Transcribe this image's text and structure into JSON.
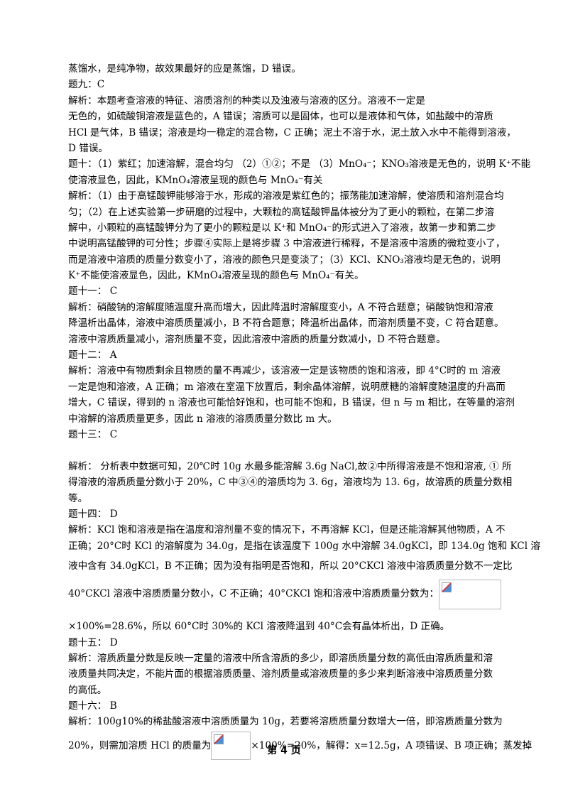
{
  "lines": [
    "蒸馏水，是纯净物，故效果最好的应是蒸馏，D 错误。",
    "题九：C",
    "解析：本题考查溶液的特征、溶质溶剂的种类以及浊液与溶液的区分。溶液不一定是",
    "无色的，如硫酸铜溶液是蓝色的，A 错误；溶质可以是固体，也可以是液体和气体，如盐酸中的溶质",
    "HCl 是气体，B 错误；溶液是均一稳定的混合物，C 正确；泥土不溶于水，泥土放入水中不能得到溶液，",
    "D 错误。",
    "题十：（1）紫红；加速溶解，混合均匀 （2）①②；不是 （3）MnO₄⁻；KNO₃溶液是无色的，说明 K⁺不能",
    "使溶液显色，因此，KMnO₄溶液呈现的颜色与 MnO₄⁻有关",
    "解析：（1）由于高锰酸钾能够溶于水，形成的溶液是紫红色的；振荡能加速溶解，使溶质和溶剂混合均",
    "匀；（2）在上述实验第一步研磨的过程中，大颗粒的高锰酸钾晶体被分为了更小的颗粒，在第二步溶",
    "解中，小颗粒的高锰酸钾分为了更小的颗粒是以 K⁺和 MnO₄⁻的形式进入了溶液，故第一步和第二步",
    "中说明高锰酸钾的可分性；步骤④实际上是将步骤 3 中溶液进行稀释，不是溶液中溶质的微粒变小了，",
    "而是溶液中溶质的质量分数变小了，溶液的颜色只是变淡了；（3）KCl、KNO₃溶液均是无色的，说明",
    "K⁺不能使溶液显色，因此，KMnO₄溶液呈现的颜色与 MnO₄⁻有关。",
    "题十一：  C",
    "解析：硝酸钠的溶解度随温度升高而增大，因此降温时溶解度变小，A 不符合题意；硝酸钠饱和溶液",
    "降温析出晶体，溶液中溶质质量减小，B 不符合题意；降温析出晶体，而溶剂质量不变，C 符合题意。",
    "溶液中溶质质量减小，溶剂质量不变，因此溶液中溶质的质量分数减小，D 不符合题意。",
    "题十二：  A",
    "解析：溶液中有物质剩余且物质的量不再减少，该溶液一定是该物质的饱和溶液，即 4°C时的 m 溶液",
    "一定是饱和溶液，A 正确；m 溶液在室温下放置后，剩余晶体溶解，说明蔗糖的溶解度随温度的升高而",
    "增大，C 错误，得到的 n 溶液也可能恰好饱和，也可能不饱和，B 错误，但 n 与 m 相比，在等量的溶剂",
    "中溶解的溶质质量更多，因此 n 溶液的溶质质量分数比 m 大。",
    "题十三：  C",
    "解析：  分析表中数据可知，20℃时 10g 水最多能溶解 3.6g NaCl,故②中所得溶液是不饱和溶液, ① 所",
    "得溶液的溶质质量分数小于 20%，C 中③④的溶质均为 3. 6g，溶液均为 13. 6g，故溶质的质量分数相",
    "等。",
    "题十四：  D",
    "解析：KCl 饱和溶液是指在温度和溶剂量不变的情况下，不再溶解 KCl，但是还能溶解其他物质，A 不",
    "正确；20°C时 KCl 的溶解度为 34.0g，是指在该温度下 100g 水中溶解 34.0gKCl，即 134.0g 饱和 KCl 溶",
    "液中含有 34.0gKCl，B 不正确；因为没有指明是否饱和，所以 20°CKCl 溶液中溶质质量分数不一定比",
    "40°CKCl 溶液中溶质质量分数小，C 不正确；40°CKCl 饱和溶液中溶质质量分数为：",
    "×100%=28.6%，所以 60°C时 30%的 KCl 溶液降温到 40°C会有晶体析出，D 正确。",
    "题十五：  D",
    "解析：溶质质量分数是反映一定量的溶液中所含溶质的多少，即溶质质量分数的高低由溶质质量和溶",
    "液质量共同决定，不能片面的根据溶质质量、溶剂质量或溶液质量的多少来判断溶液中溶质质量分数",
    "的高低。",
    "题十六：  B",
    "解析：100g10%的稀盐酸溶液中溶质质量为 10g，若要将溶质质量分数增大一倍，即溶质质量分数为",
    "20%，则需加溶质 HCl 的质量为",
    "×100%=20%，解得：x=12.5g，A 项错误、B 项正确；蒸发掉"
  ],
  "footer": "第 4 页"
}
